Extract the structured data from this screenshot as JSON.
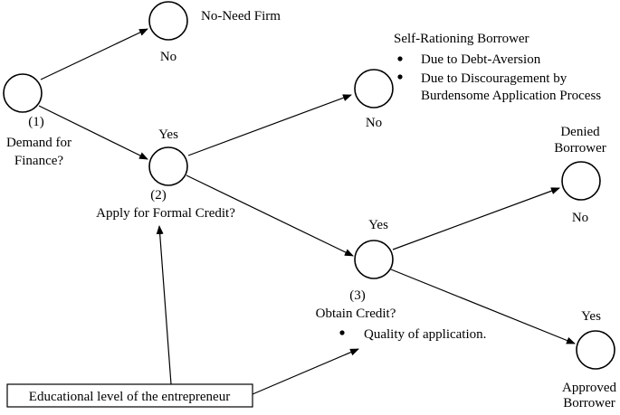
{
  "nodes": {
    "demand": {
      "number": "(1)",
      "question_line1": "Demand for",
      "question_line2": "Finance?"
    },
    "apply": {
      "number": "(2)",
      "question": "Apply for Formal Credit?",
      "answer": "Yes"
    },
    "obtain": {
      "number": "(3)",
      "question": "Obtain Credit?",
      "answer": "Yes",
      "bullets": [
        "Quality of application."
      ]
    },
    "no_need": {
      "title": "No-Need Firm",
      "answer": "No"
    },
    "self_rationing": {
      "title": "Self-Rationing Borrower",
      "answer": "No",
      "bullets": [
        "Due to Debt-Aversion",
        "Due to Discouragement by",
        "Burdensome Application Process"
      ]
    },
    "denied": {
      "title_line1": "Denied",
      "title_line2": "Borrower",
      "answer": "No"
    },
    "approved": {
      "title_line1": "Approved",
      "title_line2": "Borrower",
      "answer": "Yes"
    }
  },
  "factor_box": {
    "label": "Educational level of the entrepreneur"
  }
}
